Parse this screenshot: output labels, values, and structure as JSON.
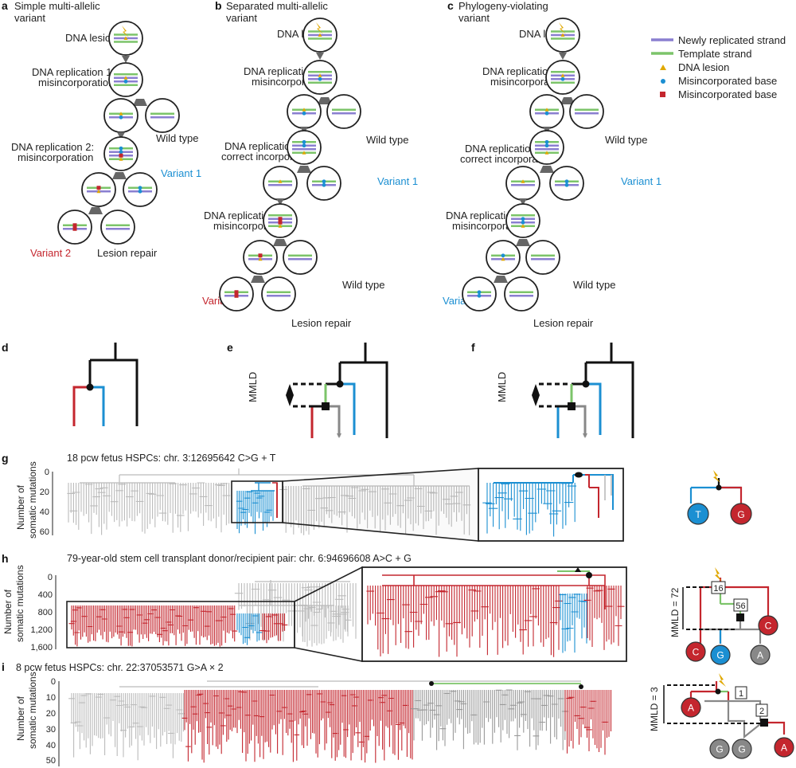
{
  "colors": {
    "purple": "#8a7fd0",
    "green": "#7cc46a",
    "lesion": "#e0a800",
    "blue": "#1b8fd2",
    "red": "#c4262e",
    "grey": "#bbbbbb",
    "black": "#111111"
  },
  "panels": {
    "a": {
      "letter": "a",
      "title1": "Simple multi-allelic",
      "title2": "variant",
      "l1": "DNA lesion",
      "l2a": "DNA replication 1:",
      "l2b": "misincorporation",
      "l3": "Wild type",
      "l4a": "DNA replication 2:",
      "l4b": "misincorporation",
      "l5": "Variant 1",
      "l6": "Variant 2",
      "l7": "Lesion repair"
    },
    "b": {
      "letter": "b",
      "title1": "Separated multi-allelic",
      "title2": "variant",
      "l1": "DNA lesion",
      "l2a": "DNA replication 1:",
      "l2b": "misincorporation",
      "l3": "Wild type",
      "l4a": "DNA replication 2:",
      "l4b": "correct incorporation",
      "l5": "Variant 1",
      "l6a": "DNA replication 3:",
      "l6b": "misincorporation",
      "l7": "Wild type",
      "l8": "Variant 2",
      "l9": "Lesion repair"
    },
    "c": {
      "letter": "c",
      "title1": "Phylogeny-violating",
      "title2": "variant",
      "l1": "DNA lesion",
      "l2a": "DNA replication 1:",
      "l2b": "misincorporation",
      "l3": "Wild type",
      "l4a": "DNA replication 2:",
      "l4b": "correct incorporation",
      "l5": "Variant 1",
      "l6a": "DNA replication 3:",
      "l6b": "misincorporation",
      "l7": "Wild type",
      "l8": "Variant 1",
      "l9": "Lesion repair"
    },
    "d": {
      "letter": "d"
    },
    "e": {
      "letter": "e",
      "mmld": "MMLD"
    },
    "f": {
      "letter": "f",
      "mmld": "MMLD"
    },
    "g": {
      "letter": "g",
      "title": "18 pcw fetus HSPCs: chr. 3:12695642 C>G + T",
      "ylabel1": "Number of",
      "ylabel2": "somatic mutations",
      "ticks": [
        "0",
        "20",
        "40",
        "60"
      ],
      "nodes": [
        "T",
        "G"
      ]
    },
    "h": {
      "letter": "h",
      "title": "79-year-old stem cell transplant donor/recipient pair: chr. 6:94696608 A>C + G",
      "ylabel1": "Number of",
      "ylabel2": "somatic mutations",
      "ticks": [
        "0",
        "400",
        "800",
        "1,200",
        "1,600"
      ],
      "mmld": "MMLD = 72",
      "box1": "16",
      "box2": "56",
      "nodes": [
        "C",
        "C",
        "G",
        "A"
      ]
    },
    "i": {
      "letter": "i",
      "title": "8 pcw fetus HSPCs: chr. 22:37053571 G>A × 2",
      "ylabel1": "Number of",
      "ylabel2": "somatic mutations",
      "ticks": [
        "0",
        "10",
        "20",
        "30",
        "40",
        "50"
      ],
      "mmld": "MMLD = 3",
      "box1": "1",
      "box2": "2",
      "nodes": [
        "A",
        "G",
        "G",
        "A"
      ]
    }
  },
  "legend": [
    {
      "label": "Newly replicated strand",
      "marker": "line",
      "color": "purple"
    },
    {
      "label": "Template strand",
      "marker": "line",
      "color": "green"
    },
    {
      "label": "DNA lesion",
      "marker": "triangle",
      "color": "lesion"
    },
    {
      "label": "Misincorporated base",
      "marker": "circle",
      "color": "blue"
    },
    {
      "label": "Misincorporated base",
      "marker": "square",
      "color": "red"
    }
  ]
}
